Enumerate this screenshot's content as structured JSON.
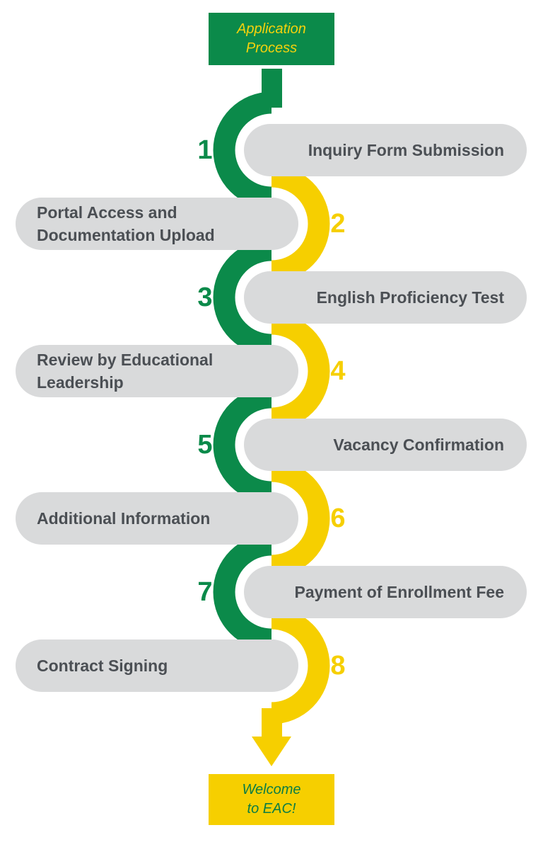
{
  "start_label": [
    "Application",
    "Process"
  ],
  "end_label": [
    "Welcome",
    "to EAC!"
  ],
  "colors": {
    "green": "#0b8a4a",
    "yellow": "#f6cf00",
    "pill": "#d9dadb",
    "text": "#4b4f54"
  },
  "steps": [
    {
      "number": "1",
      "lines": [
        "Inquiry Form Submission"
      ]
    },
    {
      "number": "2",
      "lines": [
        "Portal Access and",
        "Documentation Upload"
      ]
    },
    {
      "number": "3",
      "lines": [
        "English Proficiency Test"
      ]
    },
    {
      "number": "4",
      "lines": [
        "Review by Educational",
        "Leadership"
      ]
    },
    {
      "number": "5",
      "lines": [
        "Vacancy Confirmation"
      ]
    },
    {
      "number": "6",
      "lines": [
        "Additional Information"
      ]
    },
    {
      "number": "7",
      "lines": [
        "Payment of Enrollment Fee"
      ]
    },
    {
      "number": "8",
      "lines": [
        "Contract Signing"
      ]
    }
  ]
}
